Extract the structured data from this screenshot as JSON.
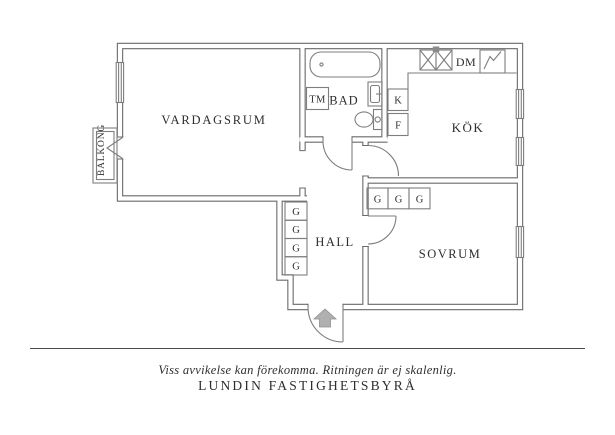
{
  "plan": {
    "colors": {
      "wall": "#6a6a6a",
      "fixture": "#7e7e7e",
      "text": "#2e2e2e",
      "arrow": "#b0b0b0",
      "footer_line": "#4a4a4a"
    },
    "rooms": {
      "living": "VARDAGSRUM",
      "balcony": "BALKONG",
      "bathroom": "BAD",
      "kitchen": "KÖK",
      "hall": "HALL",
      "bedroom": "SOVRUM"
    },
    "appliances": {
      "washing_machine": "TM",
      "dishwasher": "DM",
      "fridge": "K",
      "freezer": "F"
    },
    "hall_wardrobes": [
      "G",
      "G",
      "G",
      "G"
    ],
    "bedroom_wardrobes": [
      "G",
      "G",
      "G"
    ]
  },
  "footer": {
    "disclaimer": "Viss avvikelse kan förekomma. Ritningen är ej skalenlig.",
    "brand": "LUNDIN FASTIGHETSBYRÅ"
  }
}
